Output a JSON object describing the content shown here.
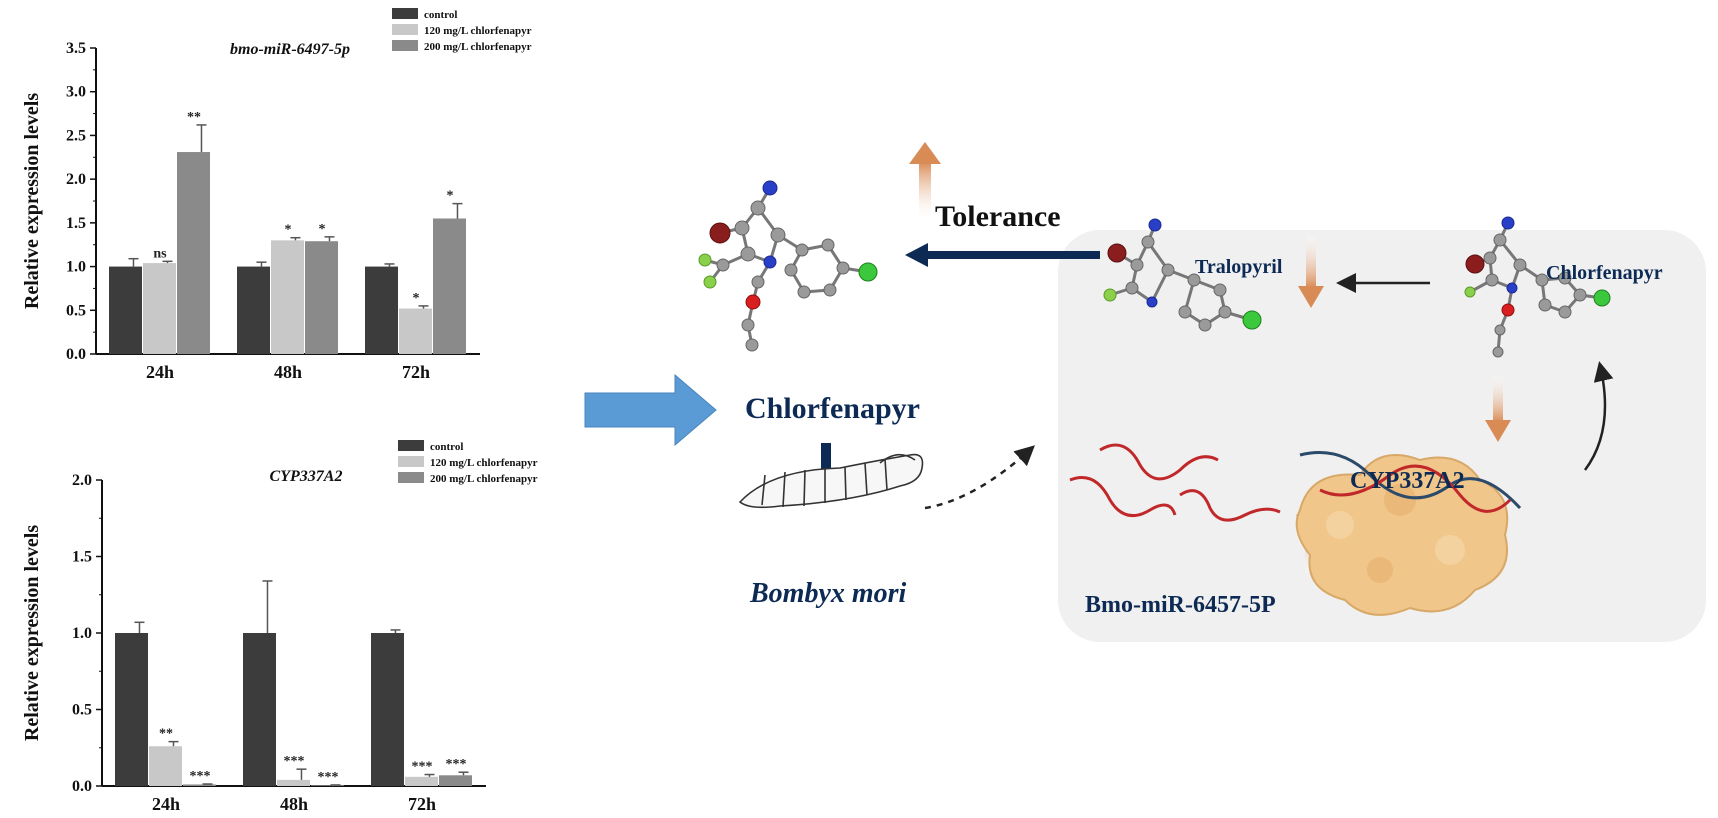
{
  "chart_data": [
    {
      "type": "bar",
      "title": "bmo-miR-6497-5p",
      "ylabel": "Relative expression levels",
      "categories": [
        "24h",
        "48h",
        "72h"
      ],
      "ylim": [
        0,
        3.5
      ],
      "yticks": [
        "0.0",
        "0.5",
        "1.0",
        "1.5",
        "2.0",
        "2.5",
        "3.0",
        "3.5"
      ],
      "legend_position": "top-right",
      "series": [
        {
          "name": "control",
          "color": "#3c3c3c",
          "values": [
            1.0,
            1.0,
            1.0
          ],
          "errors": [
            0.09,
            0.05,
            0.03
          ],
          "annotations": [
            "",
            "",
            ""
          ]
        },
        {
          "name": "120 mg/L chlorfenapyr",
          "color": "#c8c8c8",
          "values": [
            1.04,
            1.3,
            0.52
          ],
          "errors": [
            0.02,
            0.03,
            0.03
          ],
          "annotations": [
            "ns",
            "*",
            "*"
          ]
        },
        {
          "name": "200 mg/L chlorfenapyr",
          "color": "#8a8a8a",
          "values": [
            2.31,
            1.29,
            1.55
          ],
          "errors": [
            0.31,
            0.05,
            0.17
          ],
          "annotations": [
            "**",
            "*",
            "*"
          ]
        }
      ]
    },
    {
      "type": "bar",
      "title": "CYP337A2",
      "ylabel": "Relative expression levels",
      "categories": [
        "24h",
        "48h",
        "72h"
      ],
      "ylim": [
        0,
        2.0
      ],
      "yticks": [
        "0.0",
        "0.5",
        "1.0",
        "1.5",
        "2.0"
      ],
      "legend_position": "top-right",
      "series": [
        {
          "name": "control",
          "color": "#3c3c3c",
          "values": [
            1.0,
            1.0,
            1.0
          ],
          "errors": [
            0.07,
            0.34,
            0.02
          ],
          "annotations": [
            "",
            "",
            ""
          ]
        },
        {
          "name": "120 mg/L chlorfenapyr",
          "color": "#c8c8c8",
          "values": [
            0.26,
            0.04,
            0.06
          ],
          "errors": [
            0.03,
            0.07,
            0.015
          ],
          "annotations": [
            "**",
            "***",
            "***"
          ]
        },
        {
          "name": "200 mg/L chlorfenapyr",
          "color": "#8a8a8a",
          "values": [
            0.01,
            0.005,
            0.07
          ],
          "errors": [
            0.003,
            0.002,
            0.02
          ],
          "annotations": [
            "***",
            "***",
            "***"
          ]
        }
      ]
    }
  ],
  "diagram": {
    "tolerance": "Tolerance",
    "chlorfenapyr_main": "Chlorfenapyr",
    "bombyx": "Bombyx mori",
    "tralopyril": "Tralopyril",
    "chlorfenapyr_box": "Chlorfenapyr",
    "cyp": "CYP337A2",
    "mirna": "Bmo-miR-6457-5P"
  },
  "colors": {
    "block_arrow": "#5b9bd5",
    "navy": "#0d2a55",
    "orange_arrow": "#d98b55",
    "box_bg": "#f0f0f0",
    "rna": "#c0282a",
    "protein": "#f0c68a"
  }
}
